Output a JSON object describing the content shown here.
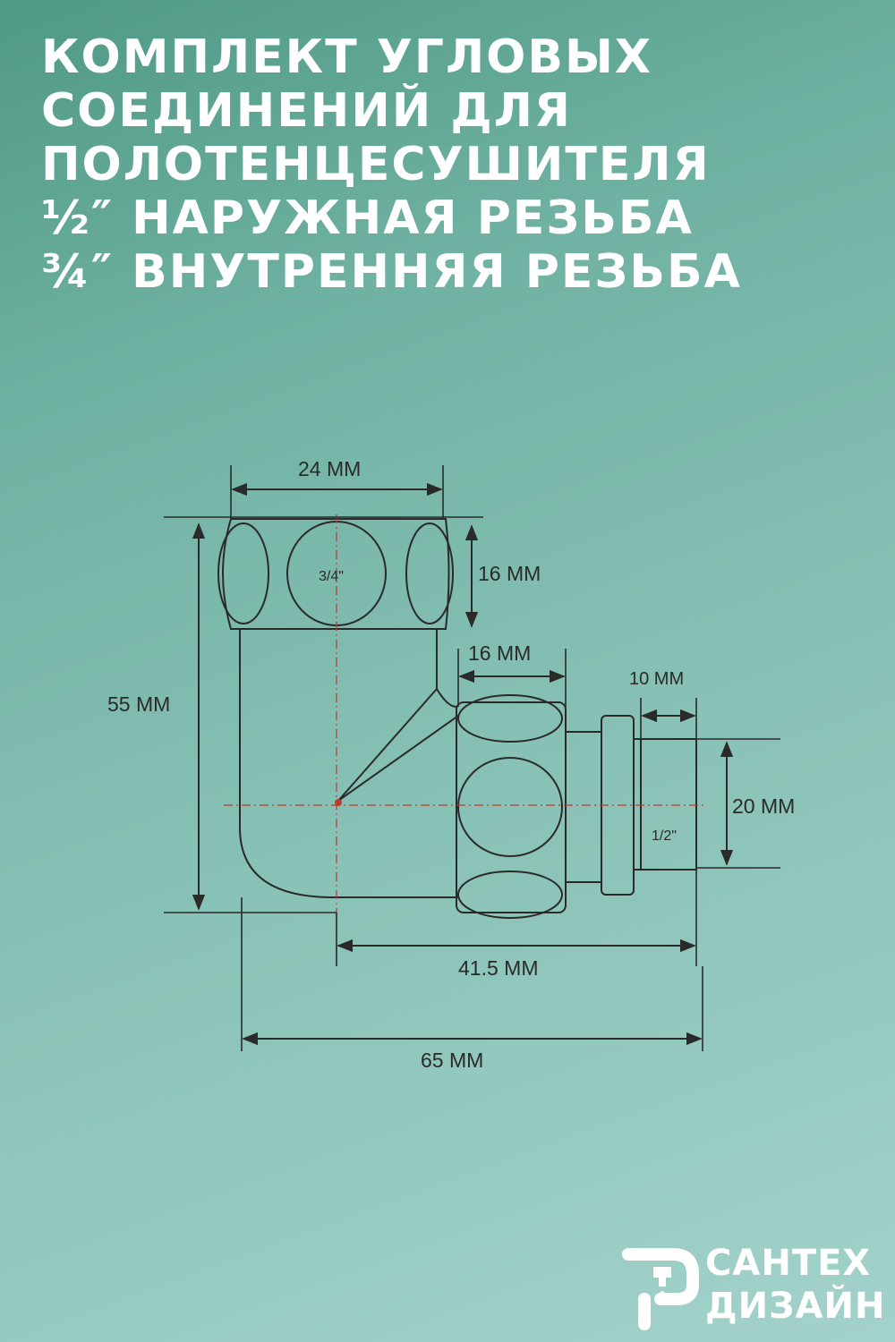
{
  "title_lines": [
    "КОМПЛЕКТ УГЛОВЫХ",
    "СОЕДИНЕНИЙ ДЛЯ",
    "ПОЛОТЕНЦЕСУШИТЕЛЯ",
    "½″ НАРУЖНАЯ РЕЗЬБА",
    "¾″ ВНУТРЕННЯЯ РЕЗЬБА"
  ],
  "dimensions": {
    "top_width": "24 MM",
    "top_height": "16 MM",
    "side_nut_width": "16 MM",
    "thread_length": "10 MM",
    "overall_height": "55 MM",
    "thread_diameter": "20 MM",
    "axis_to_end": "41.5 MM",
    "overall_length": "65 MM"
  },
  "thread_labels": {
    "inner": "3/4\"",
    "outer": "1/2\""
  },
  "logo": {
    "line1": "САНТЕХ",
    "line2": "ДИЗАЙН",
    "icon": "faucet-pipe-icon"
  },
  "colors": {
    "background": "#6fb1a2",
    "title": "#ffffff",
    "drawing": "#2a2a2a",
    "axis": "#c0392b"
  }
}
